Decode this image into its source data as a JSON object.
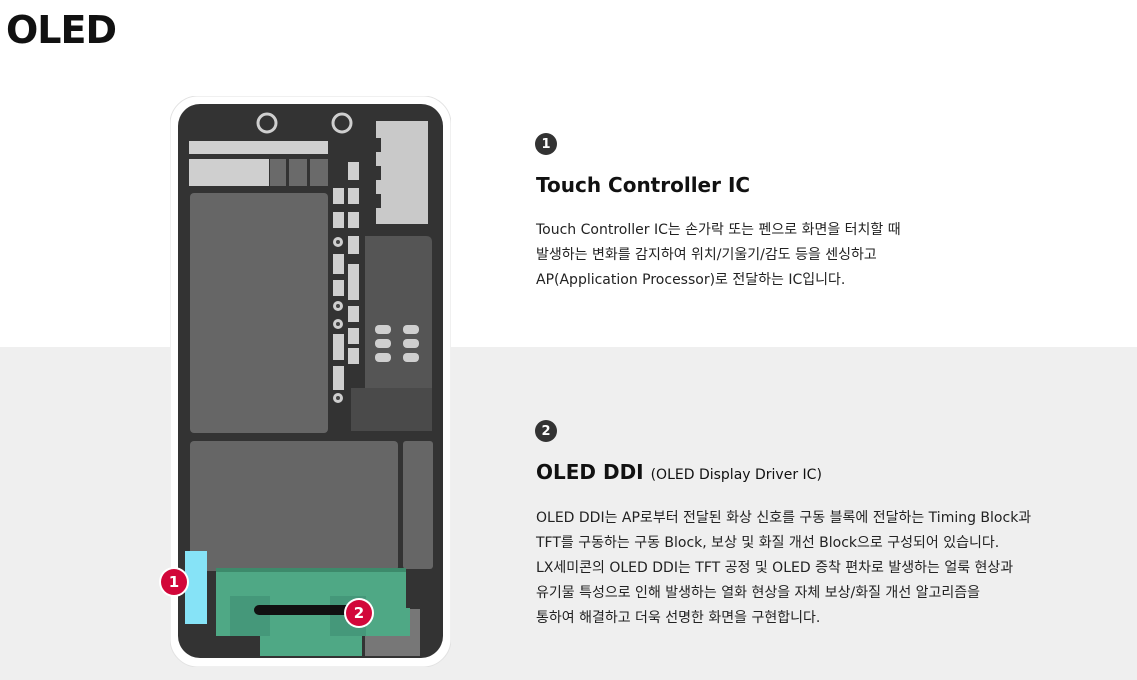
{
  "page_title": "OLED",
  "markers": [
    "1",
    "2"
  ],
  "sections": [
    {
      "number": "1",
      "title": "Touch Controller IC",
      "subtitle": "",
      "lines": [
        "Touch Controller IC는 손가락 또는 펜으로 화면을 터치할 때",
        "발생하는 변화를 감지하여 위치/기울기/감도 등을 센싱하고",
        "AP(Application Processor)로 전달하는 IC입니다."
      ]
    },
    {
      "number": "2",
      "title": "OLED DDI",
      "subtitle": "(OLED Display Driver IC)",
      "lines": [
        "OLED DDI는 AP로부터 전달된 화상 신호를 구동 블록에 전달하는 Timing Block과",
        "TFT를 구동하는 구동 Block, 보상 및 화질 개선 Block으로 구성되어 있습니다.",
        "LX세미콘의 OLED DDI는 TFT 공정 및 OLED 증착 편차로 발생하는 얼룩 현상과",
        "유기물 특성으로 인해 발생하는 열화 현상을 자체 보상/화질 개선 알고리즘을",
        "통하여 해결하고 더욱 선명한 화면을 구현합니다."
      ]
    }
  ],
  "colors": {
    "accent": "#d2073a",
    "touch_ic": "#86e3f7",
    "ddi_board": "#4fa885",
    "phone_body": "#333333",
    "badge": "#333333"
  }
}
